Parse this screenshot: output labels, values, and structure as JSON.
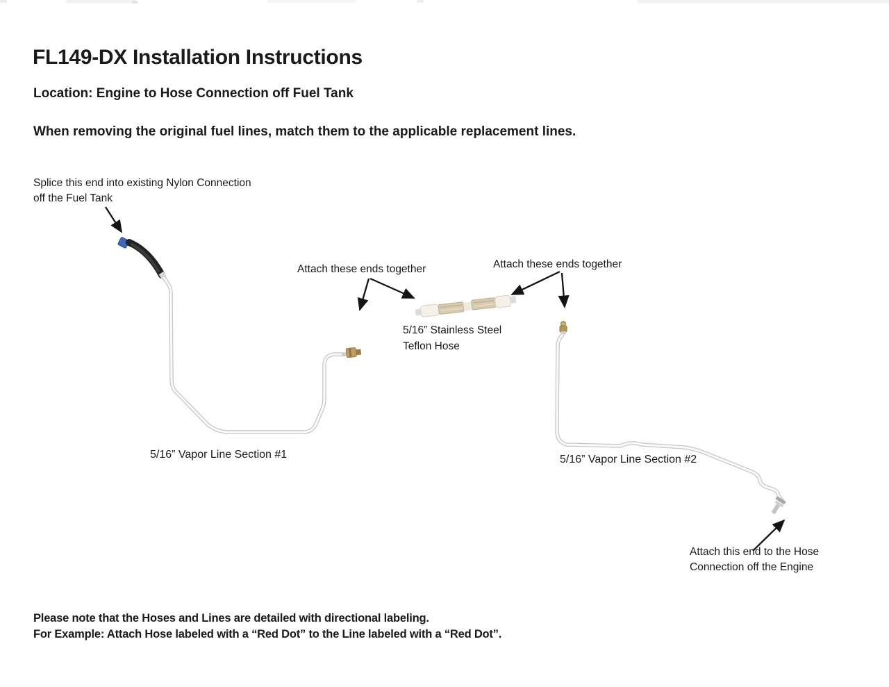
{
  "document": {
    "title": "FL149-DX Installation Instructions",
    "location": "Location: Engine to Hose Connection off Fuel Tank",
    "instruction": "When removing the original fuel lines, match them to the applicable replacement lines.",
    "footer_note_1": "Please note that the Hoses and Lines are detailed with directional labeling.",
    "footer_note_2": "For Example: Attach Hose labeled with a “Red Dot” to the Line labeled with a “Red Dot”."
  },
  "diagram": {
    "splice_note_line1": "Splice this end into existing Nylon Connection",
    "splice_note_line2": "off the Fuel Tank",
    "attach_left_label": "Attach these ends together",
    "attach_right_label": "Attach these ends together",
    "hose_label_line1": "5/16” Stainless Steel",
    "hose_label_line2": "Teflon Hose",
    "vapor_line_1_label": "5/16” Vapor Line Section #1",
    "vapor_line_2_label": "5/16” Vapor Line Section #2",
    "engine_note_line1": "Attach this end to the Hose",
    "engine_note_line2": "Connection off the Engine",
    "colors": {
      "arrow": "#141414",
      "tube_edge": "#c6c6c6",
      "tube_core": "#fafafa",
      "connector_black": "#222222",
      "connector_blue": "#4068b8",
      "brass": "#bda164",
      "hose_braid": "#d6cbae",
      "hose_cap": "#f3f1ea"
    }
  }
}
